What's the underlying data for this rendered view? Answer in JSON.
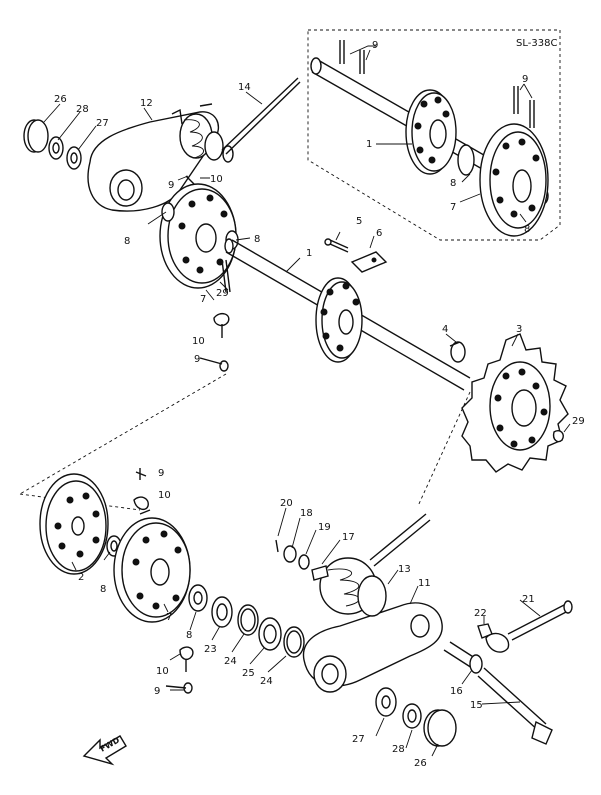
{
  "diagram_code": "SL-338C",
  "forward_label": "FWD",
  "callouts": {
    "c9_inset_top": "9",
    "c9_inset_right": "9",
    "c1_inset": "1",
    "c8_inset_a": "8",
    "c7_inset": "7",
    "c8_inset_b": "8",
    "c26_top": "26",
    "c28_top": "28",
    "c27_top": "27",
    "c12": "12",
    "c14": "14",
    "c9_top_left": "9",
    "c10_top": "10",
    "c8_left": "8",
    "c8_mid": "8",
    "c5": "5",
    "c6": "6",
    "c1_main": "1",
    "c7_main": "7",
    "c29_main": "29",
    "c10_main": "10",
    "c9_main": "9",
    "c4": "4",
    "c3": "3",
    "c29_right": "29",
    "c9_lower": "9",
    "c10_lower": "10",
    "c2": "2",
    "c8_lower_a": "8",
    "c7_lower": "7",
    "c8_lower_b": "8",
    "c10_bottom": "10",
    "c9_bottom": "9",
    "c23": "23",
    "c24_a": "24",
    "c25": "25",
    "c24_b": "24",
    "c20": "20",
    "c18": "18",
    "c19": "19",
    "c17": "17",
    "c13": "13",
    "c11": "11",
    "c21": "21",
    "c22": "22",
    "c16": "16",
    "c15": "15",
    "c27_bottom": "27",
    "c28_bottom": "28",
    "c26_bottom": "26"
  }
}
